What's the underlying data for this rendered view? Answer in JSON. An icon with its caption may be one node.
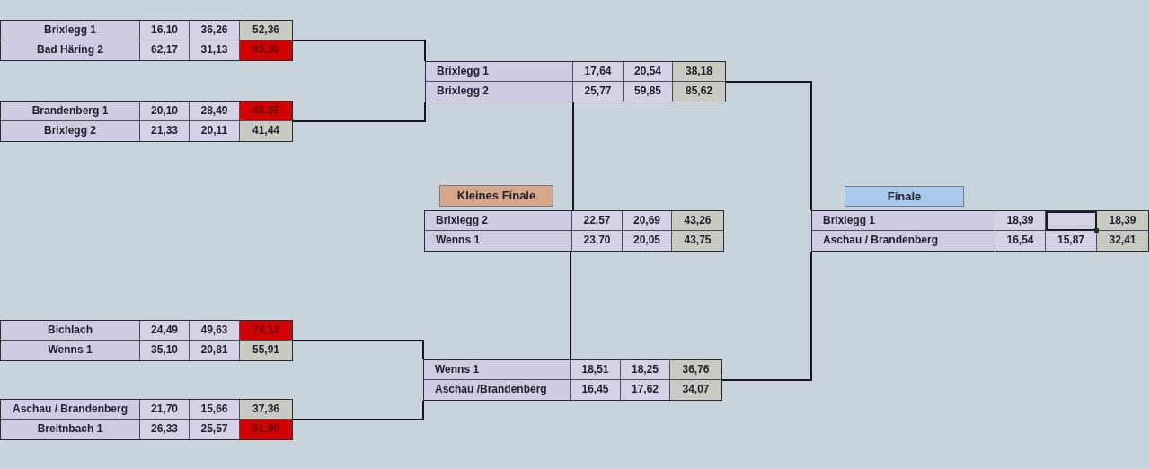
{
  "diagram": {
    "nodes": [
      {
        "text": [
          "Brixlegg 1",
          "16,10",
          "36,26",
          "52,36",
          "Bad Häring 2",
          "62,17",
          "31,13",
          "93,30"
        ]
      },
      {
        "text": [
          "Brandenberg 1",
          "20,10",
          "28,49",
          "48,59",
          "Brixlegg 2",
          "21,33",
          "20,11",
          "41,44"
        ]
      },
      {
        "text": [
          "Bichlach",
          "24,49",
          "49,63",
          "74,12",
          "Wenns 1",
          "35,10",
          "20,81",
          "55,91"
        ]
      },
      {
        "text": [
          "Aschau / Brandenberg",
          "21,70",
          "15,66",
          "37,36",
          "Breitnbach 1",
          "26,33",
          "25,57",
          "51,90"
        ]
      },
      {
        "text": [
          "Brixlegg 1",
          "17,64",
          "20,54",
          "38,18",
          "Brixlegg 2",
          "25,77",
          "59,85",
          "85,62"
        ]
      },
      {
        "text": [
          "Kleines Finale"
        ]
      },
      {
        "text": [
          "Brixlegg 2",
          "22,57",
          "20,69",
          "43,26",
          "Wenns 1",
          "23,70",
          "20,05",
          "43,75"
        ]
      },
      {
        "text": [
          "Wenns 1",
          "18,51",
          "18,25",
          "36,76",
          "Aschau /Brandenberg",
          "16,45",
          "17,62",
          "34,07"
        ]
      },
      {
        "text": [
          "Finale"
        ]
      },
      {
        "text": [
          "Brixlegg 1",
          "18,39",
          "18,39",
          "Aschau / Brandenberg",
          "16,54",
          "15,87",
          "32,41"
        ]
      }
    ],
    "edges": [
      {
        "from": 0,
        "to": 4,
        "arrow": "none"
      },
      {
        "from": 1,
        "to": 4,
        "arrow": "none"
      },
      {
        "from": 2,
        "to": 7,
        "arrow": "none"
      },
      {
        "from": 3,
        "to": 7,
        "arrow": "none"
      },
      {
        "from": 4,
        "to": 9,
        "arrow": "none"
      },
      {
        "from": 7,
        "to": 9,
        "arrow": "none"
      },
      {
        "from": 4,
        "to": 6,
        "arrow": "none"
      },
      {
        "from": 7,
        "to": 6,
        "arrow": "none"
      }
    ]
  }
}
